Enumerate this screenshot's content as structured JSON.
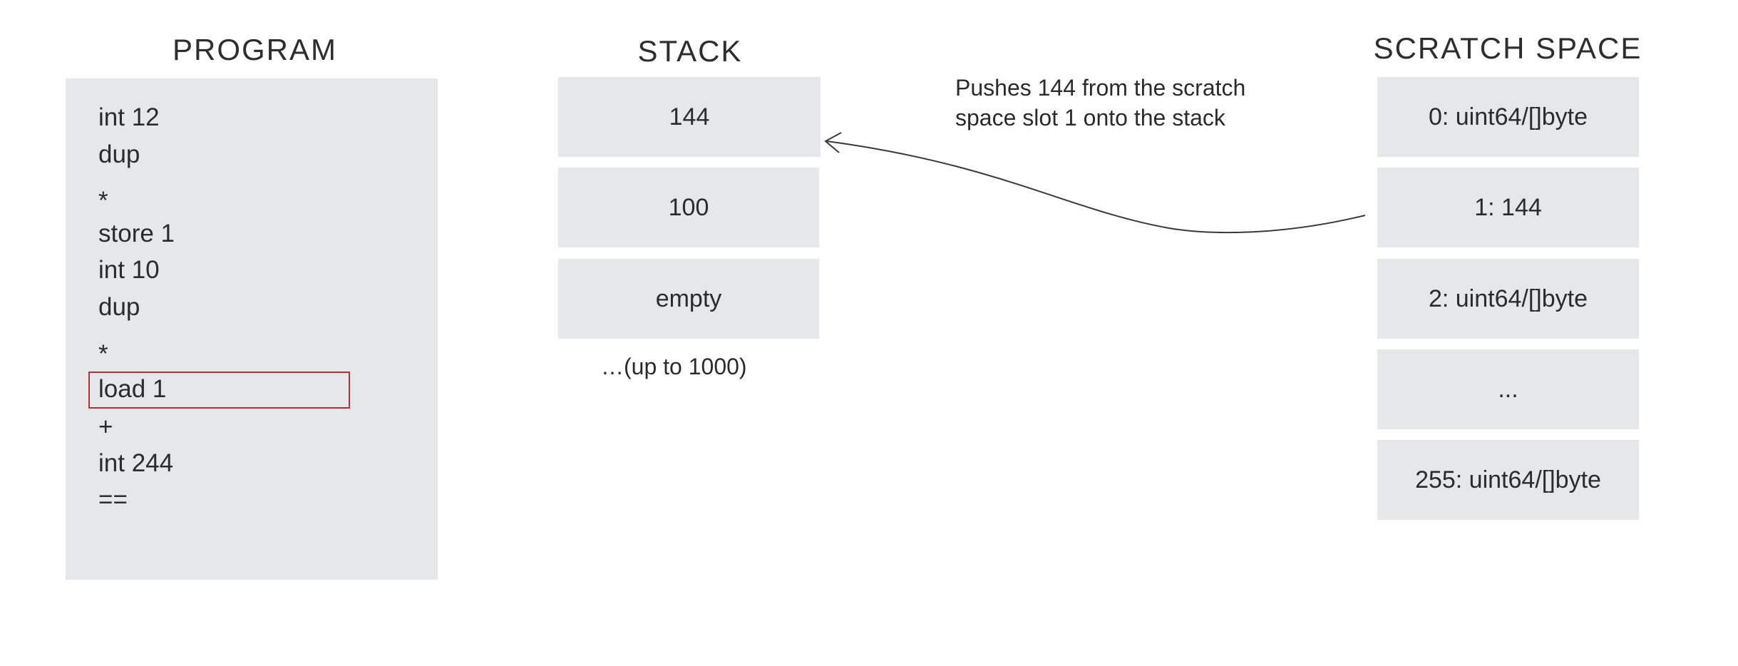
{
  "program": {
    "title": "PROGRAM",
    "lines": [
      "int 12",
      "dup",
      "*",
      "store 1",
      "int 10",
      "dup",
      "*",
      "load 1",
      "+",
      "int 244",
      "=="
    ],
    "highlighted_line": "load 1"
  },
  "stack": {
    "title": "STACK",
    "slots": [
      "144",
      "100",
      "empty"
    ],
    "footer": "…(up to 1000)"
  },
  "scratch": {
    "title": "SCRATCH SPACE",
    "slots": [
      "0: uint64/[]byte",
      "1: 144",
      "2: uint64/[]byte",
      "...",
      "255: uint64/[]byte"
    ]
  },
  "annotation": {
    "line1": "Pushes 144 from the scratch",
    "line2": "space slot 1 onto the stack"
  },
  "colors": {
    "panel_fill": "#e6e7e9",
    "highlight_border": "#b5303a",
    "text": "#2b2b2b"
  }
}
